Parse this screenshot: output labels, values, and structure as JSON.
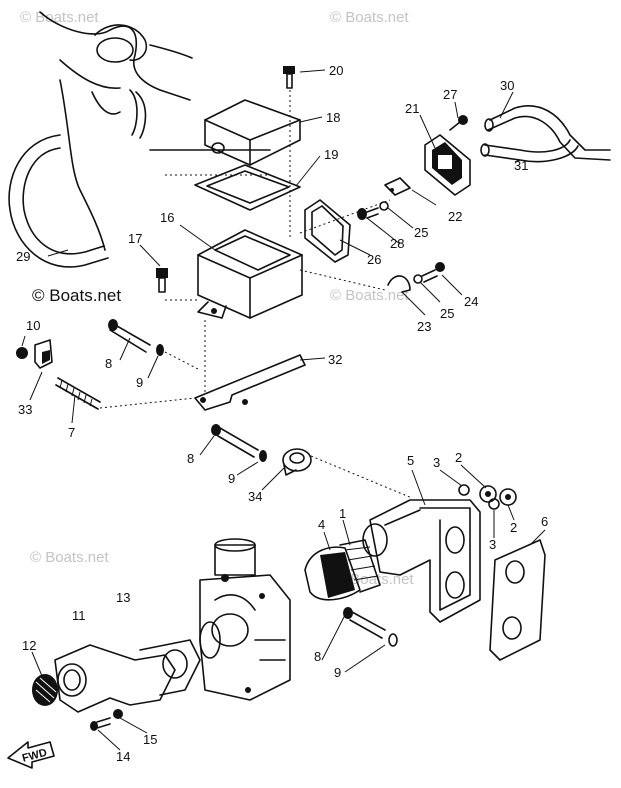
{
  "watermarks": [
    "© Boats.net",
    "© Boats.net",
    "© Boats.net",
    "© Boats.net",
    "© Boats.net",
    "© Boats.net"
  ],
  "direction_marker": "FWD",
  "callouts": [
    "20",
    "18",
    "19",
    "21",
    "27",
    "30",
    "31",
    "22",
    "25",
    "28",
    "26",
    "16",
    "17",
    "29",
    "24",
    "23",
    "25",
    "10",
    "8",
    "9",
    "32",
    "33",
    "7",
    "8",
    "9",
    "34",
    "5",
    "3",
    "2",
    "3",
    "2",
    "6",
    "4",
    "1",
    "13",
    "11",
    "12",
    "15",
    "14",
    "8",
    "9"
  ]
}
